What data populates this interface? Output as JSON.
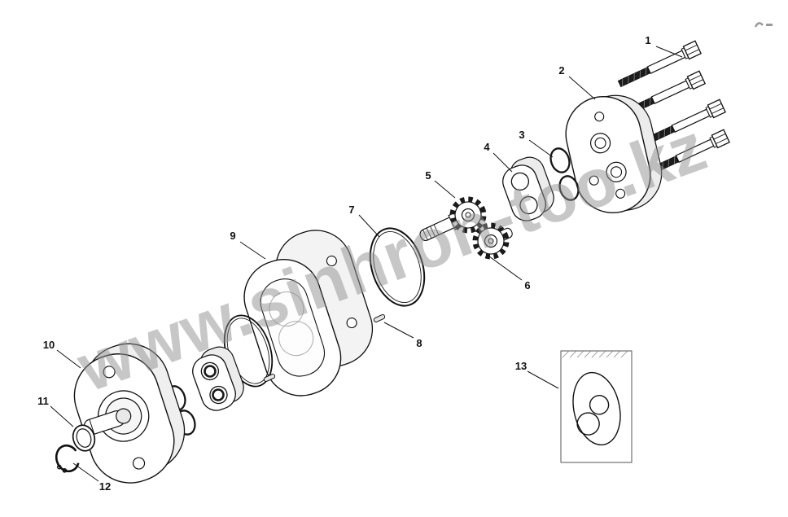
{
  "watermark": "www.sinhron-too.kz",
  "callouts": [
    "1",
    "2",
    "3",
    "4",
    "5",
    "6",
    "7",
    "8",
    "9",
    "10",
    "11",
    "12",
    "13"
  ]
}
